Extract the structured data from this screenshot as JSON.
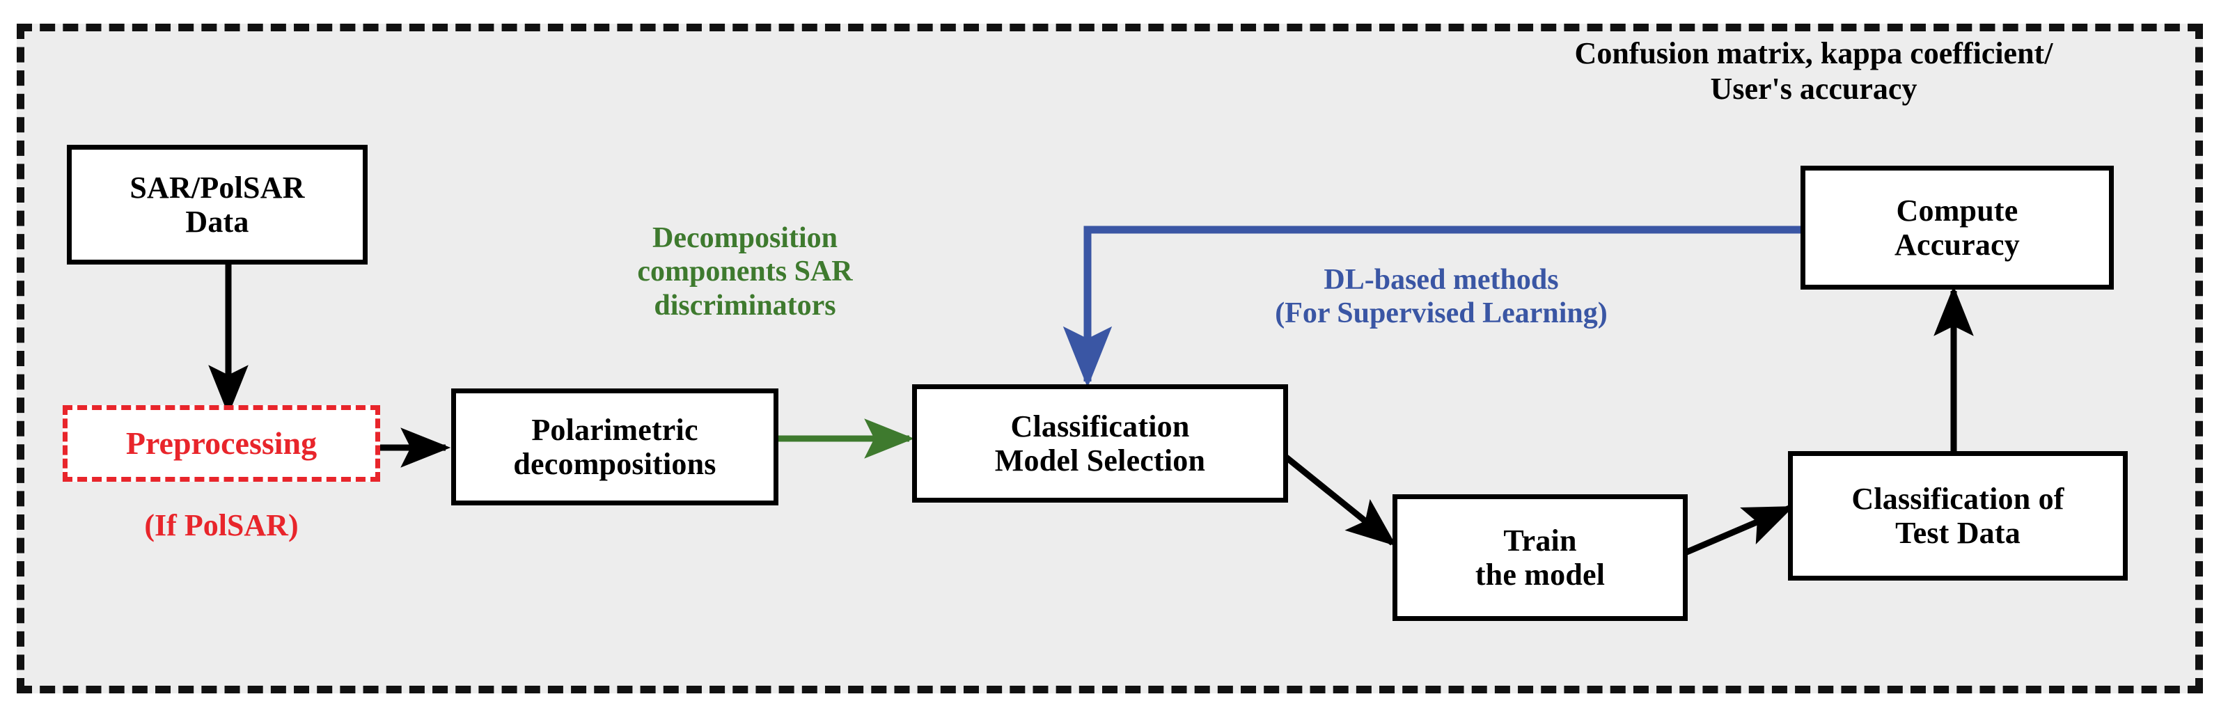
{
  "diagram": {
    "title_note": "Confusion matrix, kappa coefficient/\nUser's accuracy",
    "background_color": "#ededed",
    "border_color": "#111111",
    "nodes": [
      {
        "id": "sar-data",
        "label": "SAR/PolSAR\nData",
        "color": "#000000",
        "border": "solid black"
      },
      {
        "id": "preprocessing",
        "label": "Preprocessing",
        "color": "#e8252b",
        "border": "dashed red"
      },
      {
        "id": "polarimetric",
        "label": "Polarimetric\ndecompositions",
        "color": "#000000",
        "border": "solid black"
      },
      {
        "id": "model-selection",
        "label": "Classification\nModel Selection",
        "color": "#000000",
        "border": "solid black"
      },
      {
        "id": "train-model",
        "label": "Train\nthe model",
        "color": "#000000",
        "border": "solid black"
      },
      {
        "id": "test-classify",
        "label": "Classification of\nTest Data",
        "color": "#000000",
        "border": "solid black"
      },
      {
        "id": "compute-accuracy",
        "label": "Compute\nAccuracy",
        "color": "#000000",
        "border": "solid black"
      }
    ],
    "labels": [
      {
        "id": "if-polsar",
        "text": "(If PolSAR)",
        "color": "#e8252b"
      },
      {
        "id": "green-annotation",
        "text": "Decomposition\ncomponents SAR\ndiscriminators",
        "color": "#3e7a2e"
      },
      {
        "id": "blue-annotation",
        "text": "DL-based methods\n(For Supervised Learning)",
        "color": "#3a56a4"
      }
    ],
    "edges": [
      {
        "from": "sar-data",
        "to": "preprocessing",
        "color": "#000000",
        "style": "straight-down"
      },
      {
        "from": "preprocessing",
        "to": "polarimetric",
        "color": "#000000",
        "style": "straight-right"
      },
      {
        "from": "polarimetric",
        "to": "model-selection",
        "color": "#3e7a2e",
        "style": "straight-right"
      },
      {
        "from": "model-selection",
        "to": "train-model",
        "color": "#000000",
        "style": "diagonal-down-right"
      },
      {
        "from": "train-model",
        "to": "test-classify",
        "color": "#000000",
        "style": "diagonal-up-right"
      },
      {
        "from": "test-classify",
        "to": "compute-accuracy",
        "color": "#000000",
        "style": "straight-up"
      },
      {
        "from": "compute-accuracy",
        "to": "model-selection",
        "color": "#3a56a4",
        "style": "elbow-left-down"
      }
    ],
    "colors": {
      "red": "#e8252b",
      "green": "#3e7a2e",
      "blue": "#3a56a4",
      "black": "#000000",
      "panel": "#ededed"
    }
  }
}
